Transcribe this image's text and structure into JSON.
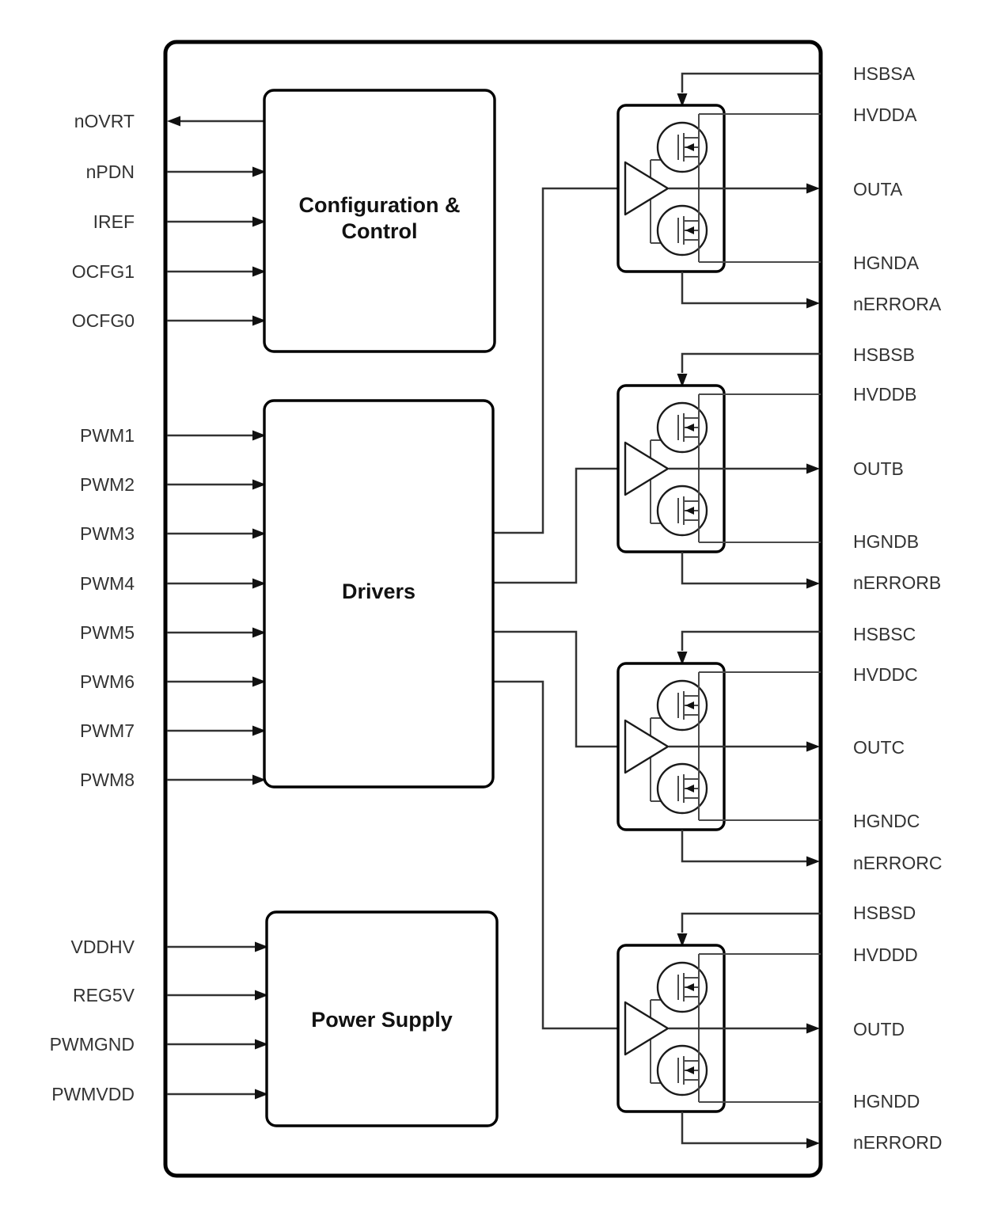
{
  "blocks": {
    "config_line1": "Configuration &",
    "config_line2": "Control",
    "drivers": "Drivers",
    "power": "Power Supply"
  },
  "pins": {
    "left": [
      "nOVRT",
      "nPDN",
      "IREF",
      "OCFG1",
      "OCFG0",
      "PWM1",
      "PWM2",
      "PWM3",
      "PWM4",
      "PWM5",
      "PWM6",
      "PWM7",
      "PWM8",
      "VDDHV",
      "REG5V",
      "PWMGND",
      "PWMVDD"
    ]
  },
  "channels": [
    {
      "name": "A",
      "pins": {
        "hsbs": "HSBSA",
        "hvdd": "HVDDA",
        "out": "OUTA",
        "hgnd": "HGNDA",
        "nerror": "nERRORA"
      }
    },
    {
      "name": "B",
      "pins": {
        "hsbs": "HSBSB",
        "hvdd": "HVDDB",
        "out": "OUTB",
        "hgnd": "HGNDB",
        "nerror": "nERRORB"
      }
    },
    {
      "name": "C",
      "pins": {
        "hsbs": "HSBSC",
        "hvdd": "HVDDC",
        "out": "OUTC",
        "hgnd": "HGNDC",
        "nerror": "nERRORC"
      }
    },
    {
      "name": "D",
      "pins": {
        "hsbs": "HSBSD",
        "hvdd": "HVDDD",
        "out": "OUTD",
        "hgnd": "HGNDD",
        "nerror": "nERRORD"
      }
    }
  ],
  "colors": {
    "background": "#ffffff",
    "outline": "#000000",
    "wire": "#333333",
    "text": "#333333"
  }
}
